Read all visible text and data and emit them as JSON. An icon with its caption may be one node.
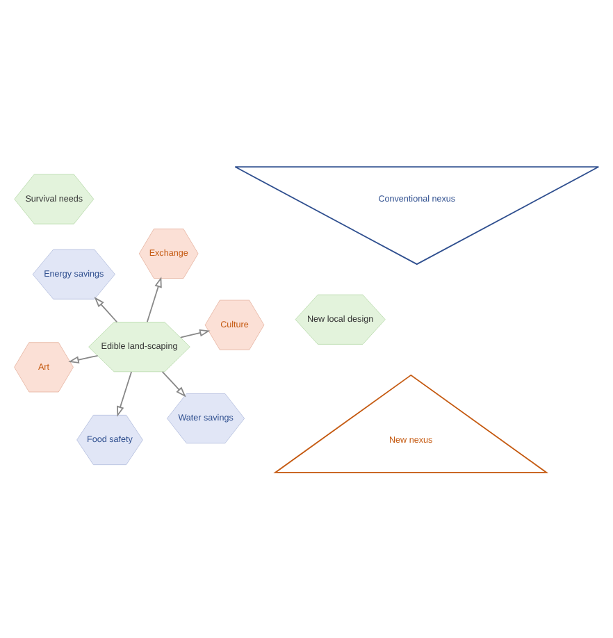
{
  "diagram": {
    "nodes": [
      {
        "text": [
          "New nexus"
        ]
      },
      {
        "text": [
          "Art"
        ]
      },
      {
        "text": [
          "Water savings"
        ]
      },
      {
        "text": [
          "Edible land-scaping"
        ]
      },
      {
        "text": [
          "Energy savings"
        ]
      },
      {
        "text": [
          "Survival needs"
        ]
      },
      {
        "text": [
          "New local design"
        ]
      },
      {
        "text": [
          "Culture"
        ]
      },
      {
        "text": [
          "Exchange"
        ]
      },
      {
        "text": [
          "Food safety"
        ]
      },
      {
        "text": [
          "Conventional nexus"
        ]
      }
    ],
    "edges": [
      {
        "from": 3,
        "to": 1,
        "arrow": "to"
      },
      {
        "from": 3,
        "to": 2,
        "arrow": "to"
      },
      {
        "from": 3,
        "to": 4,
        "arrow": "to"
      },
      {
        "from": 3,
        "to": 7,
        "arrow": "to"
      },
      {
        "from": 3,
        "to": 8,
        "arrow": "to"
      },
      {
        "from": 3,
        "to": 9,
        "arrow": "to"
      }
    ]
  }
}
